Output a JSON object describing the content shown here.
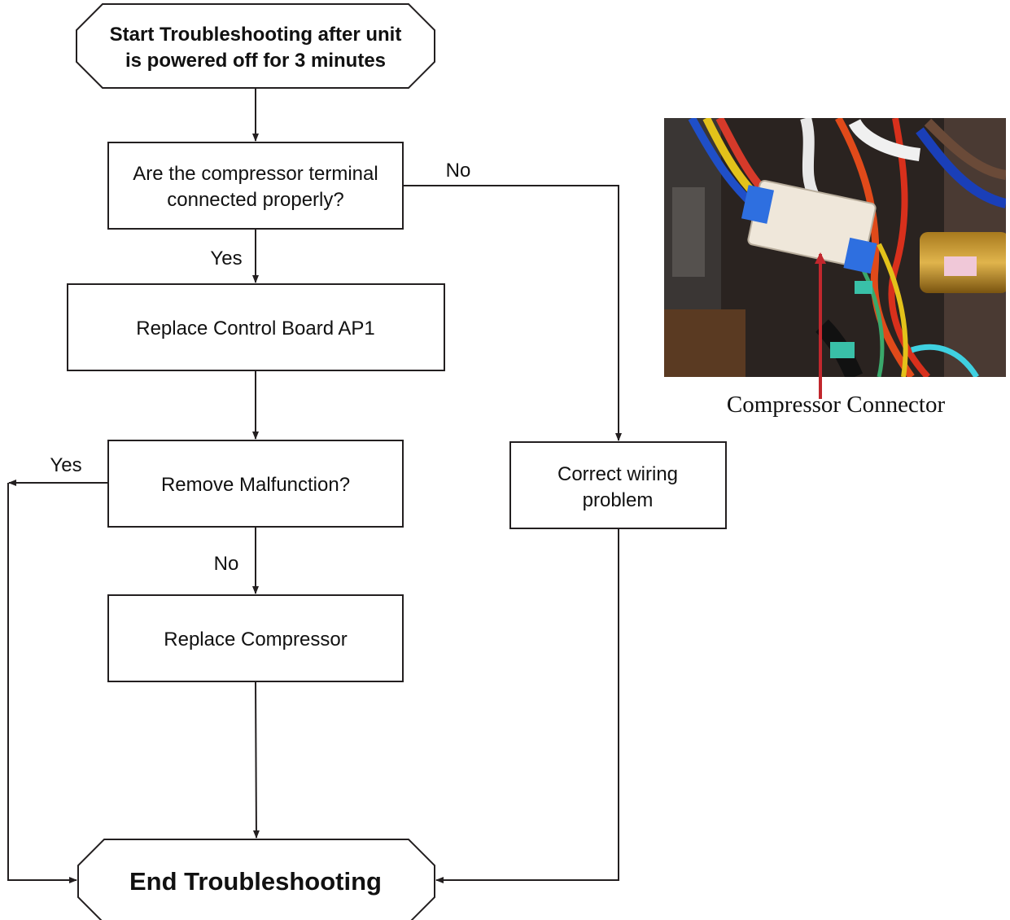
{
  "nodes": {
    "start": {
      "line1": "Start Troubleshooting after unit",
      "line2": "is powered off for 3 minutes"
    },
    "check_terminal": {
      "line1": "Are the compressor terminal",
      "line2": "connected properly?"
    },
    "replace_board": {
      "label": "Replace Control Board AP1"
    },
    "remove_malfunction": {
      "label": "Remove Malfunction?"
    },
    "replace_compressor": {
      "label": "Replace Compressor"
    },
    "correct_wiring": {
      "line1": "Correct wiring",
      "line2": "problem"
    },
    "end": {
      "label": "End Troubleshooting"
    }
  },
  "edge_labels": {
    "terminal_no": "No",
    "terminal_yes": "Yes",
    "malfunction_yes": "Yes",
    "malfunction_no": "No"
  },
  "photo": {
    "caption": "Compressor Connector",
    "pointer_color": "#c1272d"
  }
}
